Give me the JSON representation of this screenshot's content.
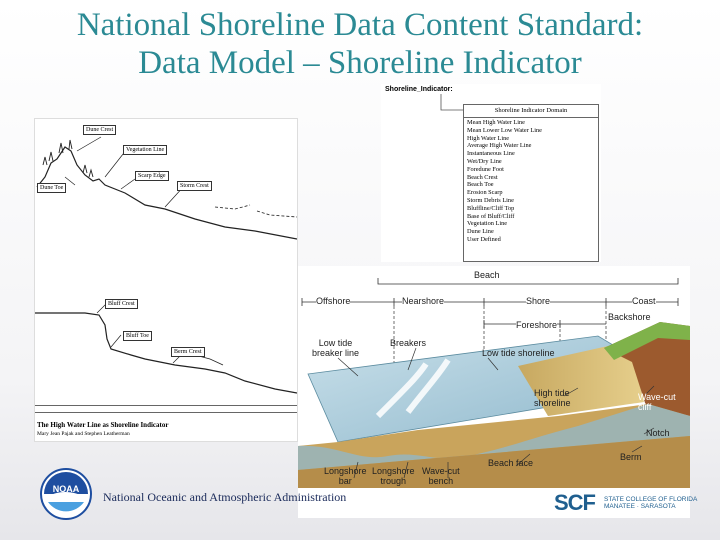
{
  "slide": {
    "title_line1": "National Shoreline Data Content Standard:",
    "title_line2": "Data Model – Shoreline Indicator"
  },
  "left_figure": {
    "labels": {
      "dune_crest": "Dune Crest",
      "vegetation_line": "Vegetation Line",
      "scarp_edge": "Scarp Edge",
      "dune_toe": "Dune Toe",
      "storm_crest": "Storm Crest",
      "bluff_crest": "Bluff Crest",
      "bluff_toe": "Bluff Toe",
      "berm_crest": "Berm Crest"
    },
    "caption_title": "The High Water Line as Shoreline Indicator",
    "caption_authors": "Mary Jean Pajak and Stephen Leatherman"
  },
  "domain_table": {
    "entity": "Shoreline_Indicator:",
    "header": "Shoreline Indicator Domain",
    "items": [
      "Mean High Water Line",
      "Mean Lower Low Water Line",
      "High Water Line",
      "Average High Water Line",
      "Instantaneous Line",
      "Wet/Dry Line",
      "Foredune Foot",
      "Beach Crest",
      "Beach Toe",
      "Erosion Scarp",
      "Storm Debris Line",
      "Bluffline/Cliff Top",
      "Base of Bluff/Cliff",
      "Vegetation Line",
      "Dune Line",
      "User Defined"
    ]
  },
  "beach_diagram": {
    "labels": {
      "beach": "Beach",
      "offshore": "Offshore",
      "nearshore": "Nearshore",
      "shore": "Shore",
      "coast": "Coast",
      "foreshore": "Foreshore",
      "backshore": "Backshore",
      "breakers": "Breakers",
      "low_tide_breaker_line": "Low tide\nbreaker line",
      "low_tide_shoreline": "Low tide shoreline",
      "high_tide_shoreline": "High tide\nshoreline",
      "wave_cut_cliff": "Wave-cut\ncliff",
      "notch": "Notch",
      "berm": "Berm",
      "beach_face": "Beach face",
      "longshore_bar": "Longshore\nbar",
      "longshore_trough": "Longshore\ntrough",
      "wave_cut_bench": "Wave-cut\nbench"
    }
  },
  "footer": {
    "agency": "National Oceanic and Atmospheric Administration",
    "scf_logo": "SCF",
    "scf_name_line1": "STATE COLLEGE OF FLORIDA",
    "scf_name_line2": "MANATEE · SARASOTA"
  },
  "colors": {
    "title": "#2b8a94",
    "water": "#9fc6d6",
    "sand": "#d9c17a",
    "cliff": "#a0522d",
    "grass": "#7fb24a",
    "noaa_blue": "#1e4ea0"
  }
}
